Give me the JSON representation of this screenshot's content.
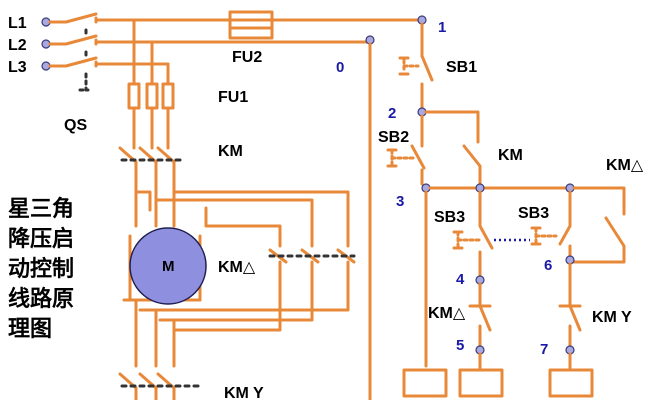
{
  "lines": {
    "l1": "L1",
    "l2": "L2",
    "l3": "L3"
  },
  "labels": {
    "qs": "QS",
    "fu2": "FU2",
    "fu1": "FU1",
    "km_main": "KM",
    "km_delta_main": "KM△",
    "km_y_main": "KM Y",
    "motor": "M",
    "sb1": "SB1",
    "sb2": "SB2",
    "km_aux": "KM",
    "km_delta_aux": "KM△",
    "sb3_left": "SB3",
    "sb3_right": "SB3",
    "km_delta_interlock": "KM△",
    "km_y_interlock": "KM Y"
  },
  "nodes": {
    "n0": "0",
    "n1": "1",
    "n2": "2",
    "n3": "3",
    "n4": "4",
    "n5": "5",
    "n6": "6",
    "n7": "7"
  },
  "title_lines": [
    "星三角",
    "降压启",
    "动控制",
    "线路原",
    "理图"
  ],
  "colors": {
    "wire": "#e8893a",
    "node": "#1a1aa6",
    "motor_fill": "#8f8fdf",
    "dashed_link": "#1a1aa6"
  }
}
